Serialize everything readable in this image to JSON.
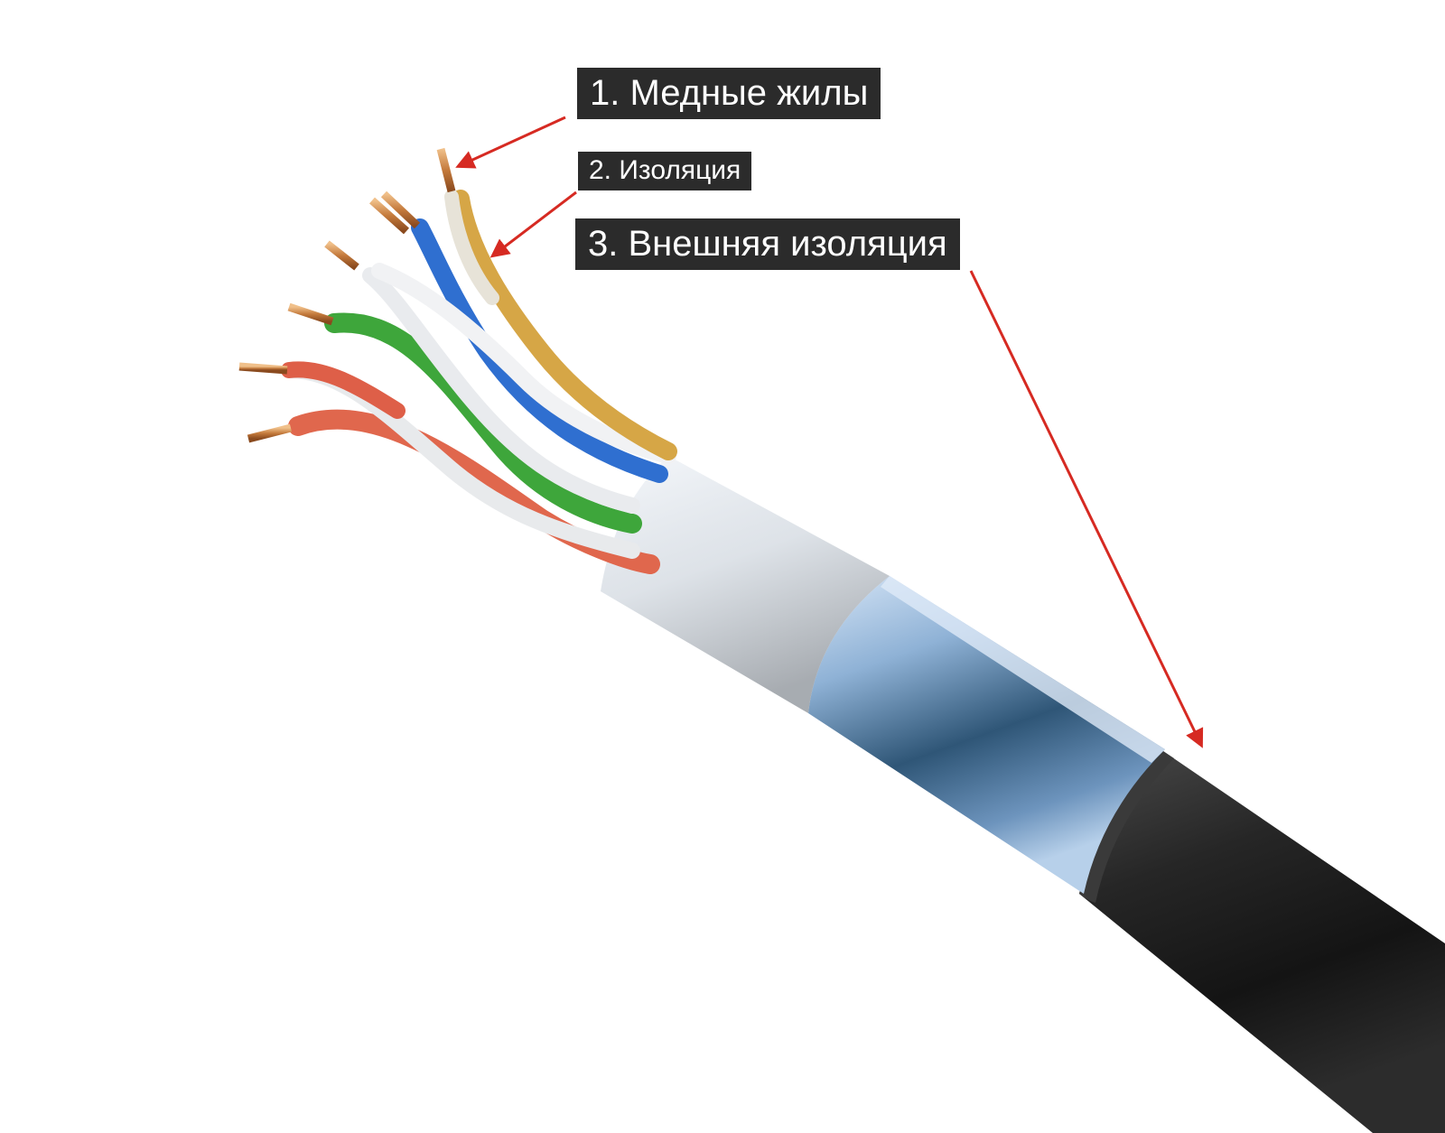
{
  "labels": {
    "copper_cores": "1. Медные жилы",
    "insulation": "2. Изоляция",
    "outer_insulation": "3. Внешняя изоляция"
  },
  "colors": {
    "arrow": "#d62a22",
    "label_bg": "#2b2b2b",
    "label_text": "#ffffff",
    "copper": "#c8824a",
    "outer_jacket": "#1f1f1f",
    "foil_shield": "#7fa6cf"
  },
  "wire_colors": [
    "orange",
    "white-orange",
    "green",
    "white-green",
    "blue",
    "white-blue",
    "brown",
    "white-brown"
  ]
}
